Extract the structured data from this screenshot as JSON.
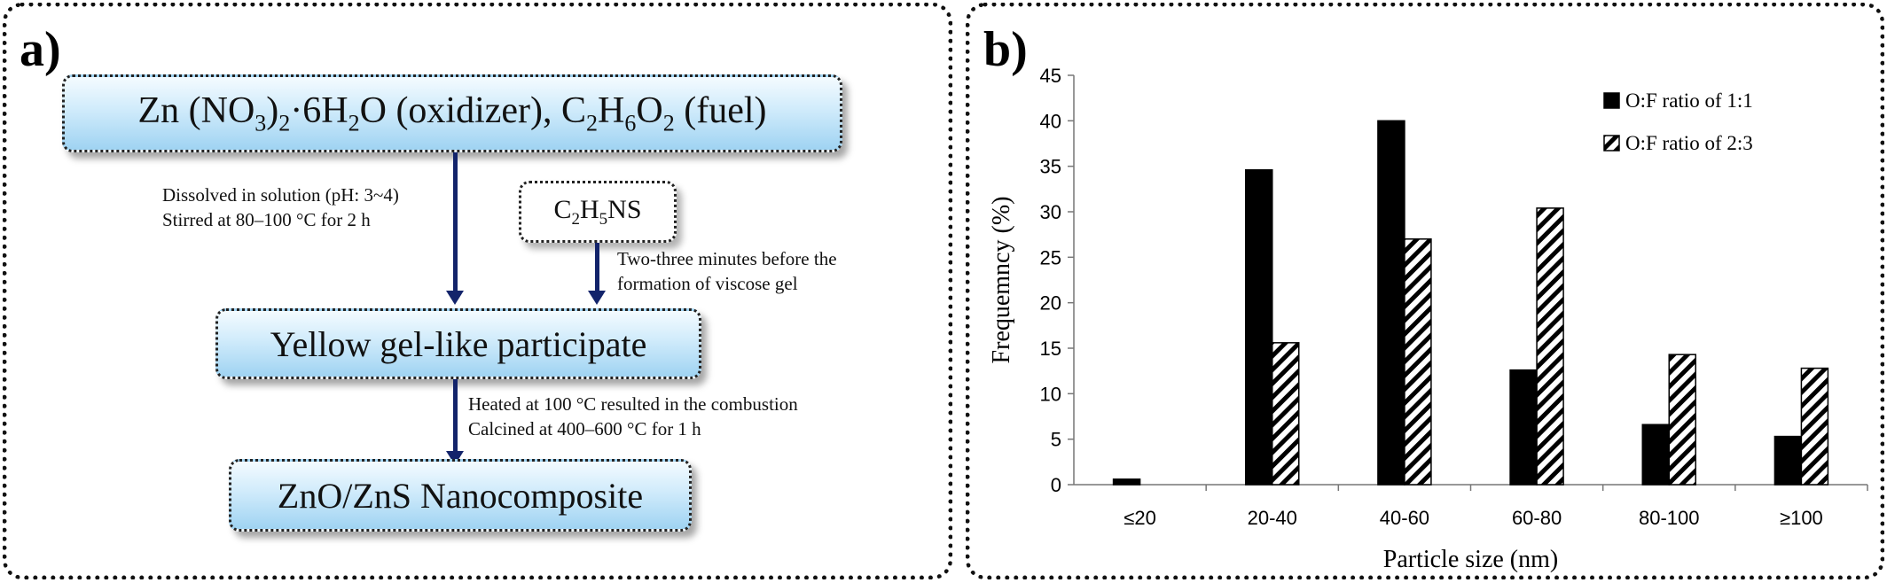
{
  "panel_a": {
    "label": "a)",
    "box1": {
      "pre": "Zn (NO",
      "sub1": "3",
      "mid1": ")",
      "sub2": "2",
      "mid2": "·6H",
      "sub3": "2",
      "mid3": "O (oxidizer), C",
      "sub4": "2",
      "mid4": "H",
      "sub5": "6",
      "mid5": "O",
      "sub6": "2",
      "post": " (fuel)"
    },
    "box2": {
      "pre": "C",
      "sub1": "2",
      "mid": "H",
      "sub2": "5",
      "post": "NS"
    },
    "box3": "Yellow gel-like participate",
    "box4": "ZnO/ZnS Nanocomposite",
    "note1": [
      "Dissolved in solution (pH:  3~4)",
      "Stirred at 80–100 °C for 2 h"
    ],
    "note2": [
      "Two-three minutes before the",
      "formation of viscose gel"
    ],
    "note3": [
      "Heated at 100 °C resulted in the combustion",
      "Calcined at 400–600 °C for 1 h"
    ]
  },
  "panel_b": {
    "label": "b)"
  },
  "chart_data": {
    "type": "bar",
    "categories": [
      "≤20",
      "20-40",
      "40-60",
      "60-80",
      "80-100",
      "≥100"
    ],
    "series": [
      {
        "name": "O:F ratio of 1:1",
        "values": [
          0.6,
          34.6,
          40.0,
          12.6,
          6.6,
          5.3
        ],
        "fill": "solid",
        "color": "#000000"
      },
      {
        "name": "O:F ratio of 2:3",
        "values": [
          0.0,
          15.6,
          27.0,
          30.4,
          14.3,
          12.8
        ],
        "fill": "hatched",
        "color": "#000000"
      }
    ],
    "xlabel": "Particle size (nm)",
    "ylabel": "Frequemncy (%)",
    "ylim": [
      0,
      45
    ],
    "yticks": [
      "0",
      "5",
      "10",
      "15",
      "20",
      "25",
      "30",
      "35",
      "40",
      "45"
    ],
    "legend": "top-right",
    "grid": false
  }
}
